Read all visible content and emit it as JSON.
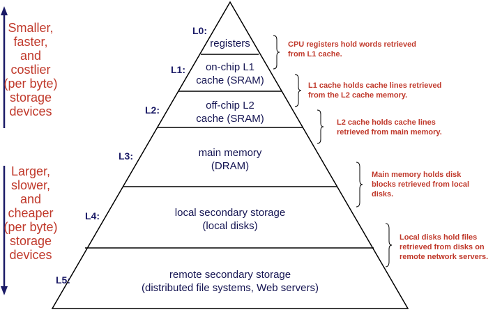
{
  "left_labels": {
    "top": [
      "Smaller,",
      "faster,",
      "and",
      "costlier",
      "(per byte)",
      "storage",
      "devices"
    ],
    "bottom": [
      "Larger,",
      "slower,",
      "and",
      "cheaper",
      "(per byte)",
      "storage",
      "devices"
    ]
  },
  "levels": [
    {
      "id": "L0:",
      "lines": [
        "registers"
      ],
      "note": [
        "CPU registers hold words retrieved",
        "from L1 cache."
      ]
    },
    {
      "id": "L1:",
      "lines": [
        "on-chip L1",
        "cache (SRAM)"
      ],
      "note": [
        "L1 cache holds cache lines retrieved",
        "from the L2 cache memory."
      ]
    },
    {
      "id": "L2:",
      "lines": [
        "off-chip L2",
        "cache (SRAM)"
      ],
      "note": [
        "L2 cache holds cache lines",
        "retrieved from main memory."
      ]
    },
    {
      "id": "L3:",
      "lines": [
        "main memory",
        "(DRAM)"
      ],
      "note": [
        "Main memory holds disk",
        "blocks retrieved from local",
        "disks."
      ]
    },
    {
      "id": "L4:",
      "lines": [
        "local secondary storage",
        "(local disks)"
      ],
      "note": [
        "Local disks hold files",
        "retrieved from disks on",
        "remote network servers."
      ]
    },
    {
      "id": "L5:",
      "lines": [
        "remote secondary storage",
        "(distributed file systems, Web servers)"
      ],
      "note": []
    }
  ],
  "colors": {
    "accent_red": "#c0392b",
    "text_navy": "#141452",
    "arrow_navy": "#1a1a66"
  }
}
